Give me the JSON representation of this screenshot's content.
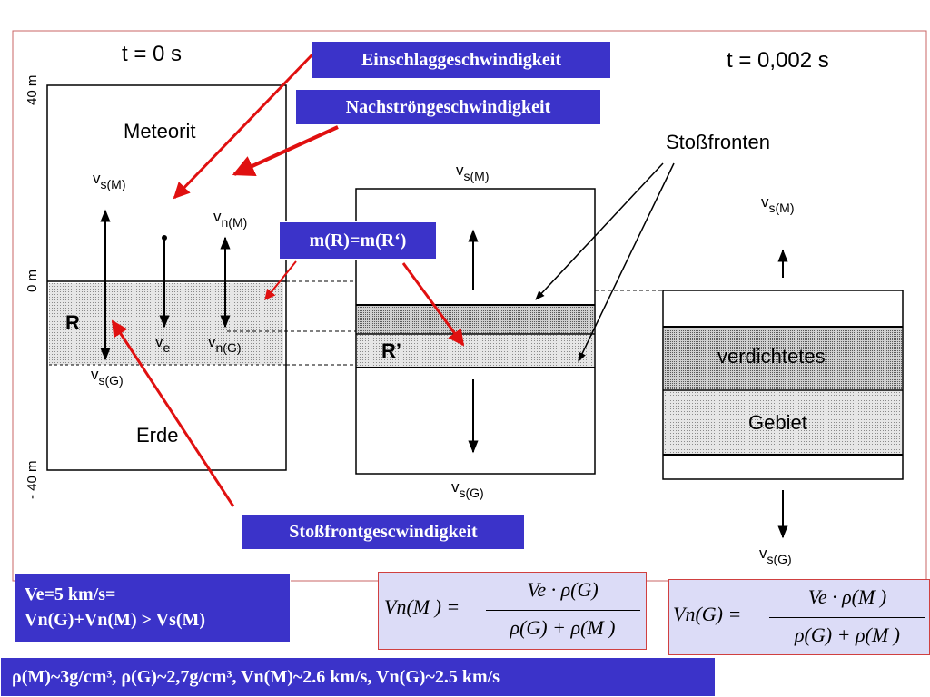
{
  "diagram": {
    "time_left": "t = 0 s",
    "time_right": "t = 0,002 s",
    "axis_top": "40 m",
    "axis_zero": "0 m",
    "axis_bottom": "- 40 m",
    "label_meteorit": "Meteorit",
    "label_erde": "Erde",
    "label_r": "R",
    "label_r_prime": "R’",
    "label_vs_m": "v",
    "sub_vs_m": "s(M)",
    "label_vs_g": "v",
    "sub_vs_g": "s(G)",
    "label_vn_m": "v",
    "sub_vn_m": "n(M)",
    "label_vn_g": "v",
    "sub_vn_g": "n(G)",
    "label_ve": "v",
    "sub_ve": "e",
    "label_stossfronten": "Stoßfronten",
    "label_verdichtetes": "verdichtetes",
    "label_gebiet": "Gebiet"
  },
  "callouts": {
    "einschlag": "Einschlaggeschwindigkeit",
    "nachstroem": "Nachströngeschwindigkeit",
    "mass": "m(R)=m(R‘)",
    "stossfront": "Stoßfrontgescwindigkeit",
    "ve_line1": "Ve=5 km/s=",
    "ve_line2": "Vn(G)+Vn(M) > Vs(M)",
    "bottom": "ρ(M)~3g/cm³, ρ(G)~2,7g/cm³, Vn(M)~2.6 km/s, Vn(G)~2.5 km/s"
  },
  "formulas": {
    "f1_lhs": "Vn(M ) =",
    "f1_num": "Ve · ρ(G)",
    "f1_den": "ρ(G) + ρ(M )",
    "f2_lhs": "Vn(G) =",
    "f2_num": "Ve · ρ(M )",
    "f2_den": "ρ(G) + ρ(M )"
  },
  "colors": {
    "callout_bg": "#3b33c9",
    "formula_bg": "#dcdcf7",
    "arrow_red": "#e01010",
    "frame_red": "#c86464"
  }
}
